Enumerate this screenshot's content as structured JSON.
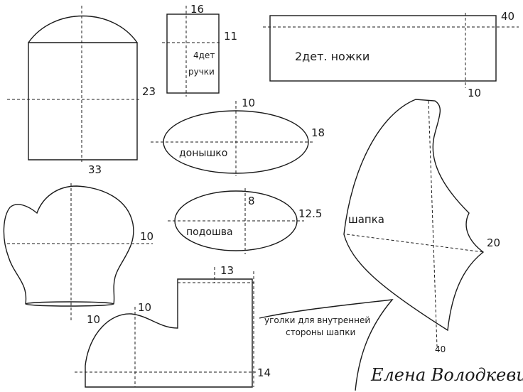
{
  "pieces": {
    "body": {
      "width": "33",
      "height": "23"
    },
    "handles": {
      "width": "16",
      "height": "11",
      "count_label": "4дет",
      "name": "ручки"
    },
    "legs": {
      "width": "40",
      "height": "10",
      "name": "2дет. ножки"
    },
    "bottom": {
      "width": "18",
      "height": "10",
      "name": "донышко"
    },
    "sole": {
      "width": "12.5",
      "height": "8",
      "name": "подошва"
    },
    "mitten": {
      "width": "10",
      "height": "10"
    },
    "boot": {
      "top_width": "13",
      "height": "14",
      "width": "10"
    },
    "hat": {
      "width": "20",
      "height": "40",
      "name": "шапка"
    },
    "corners": {
      "line1": "уголки для внутренней",
      "line2": "стороны шапки"
    }
  },
  "signature": "Елена Володкевич"
}
